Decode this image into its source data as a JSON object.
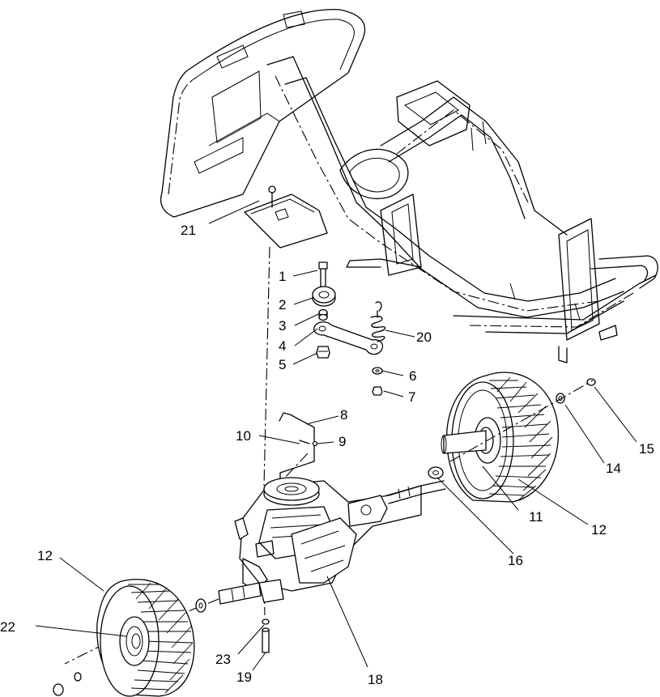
{
  "callouts": [
    {
      "id": "21",
      "text": "21"
    },
    {
      "id": "1",
      "text": "1"
    },
    {
      "id": "2",
      "text": "2"
    },
    {
      "id": "3",
      "text": "3"
    },
    {
      "id": "4",
      "text": "4"
    },
    {
      "id": "5",
      "text": "5"
    },
    {
      "id": "20",
      "text": "20"
    },
    {
      "id": "6",
      "text": "6"
    },
    {
      "id": "7",
      "text": "7"
    },
    {
      "id": "8",
      "text": "8"
    },
    {
      "id": "10",
      "text": "10"
    },
    {
      "id": "9",
      "text": "9"
    },
    {
      "id": "15",
      "text": "15"
    },
    {
      "id": "14",
      "text": "14"
    },
    {
      "id": "11",
      "text": "11"
    },
    {
      "id": "12a",
      "text": "12"
    },
    {
      "id": "16",
      "text": "16"
    },
    {
      "id": "12b",
      "text": "12"
    },
    {
      "id": "22",
      "text": "22"
    },
    {
      "id": "23",
      "text": "23"
    },
    {
      "id": "19",
      "text": "19"
    },
    {
      "id": "18",
      "text": "18"
    }
  ]
}
